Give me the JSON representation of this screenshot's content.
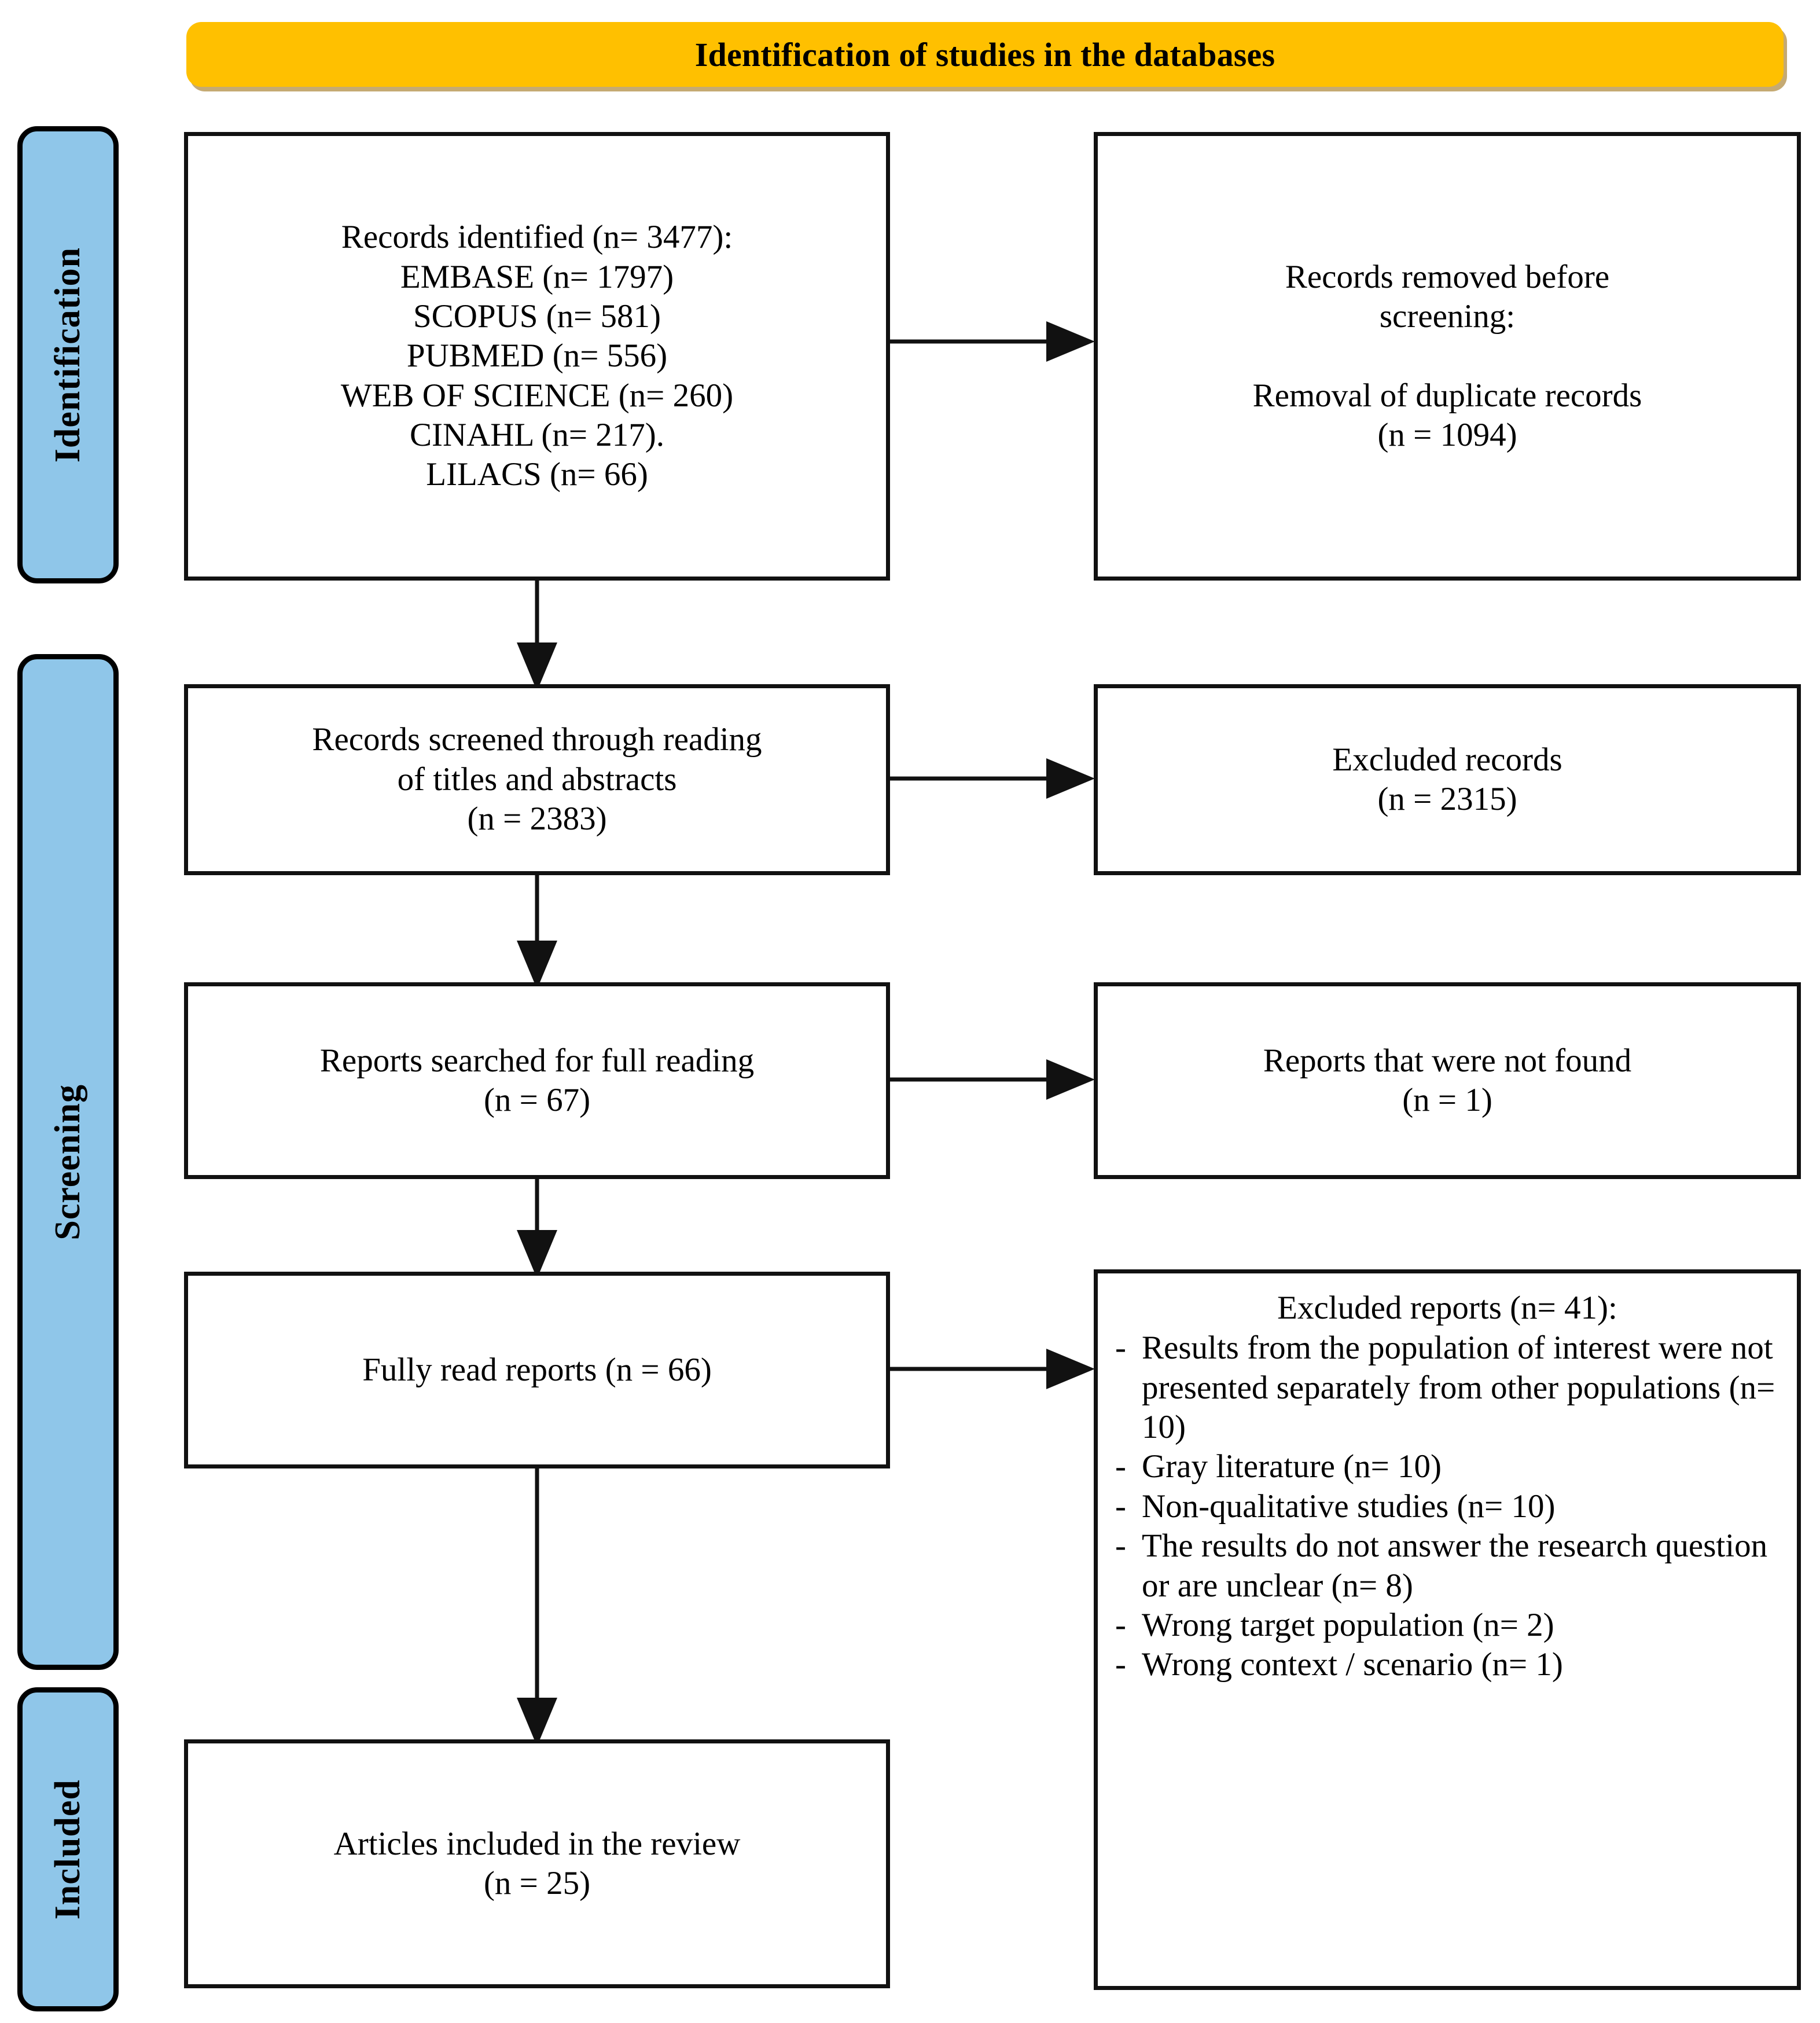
{
  "banner": {
    "title": "Identification of studies in the databases",
    "fill": "#FFC000"
  },
  "stages": [
    {
      "id": "identification",
      "label": "Identification",
      "fill": "#8FC6E9"
    },
    {
      "id": "screening",
      "label": "Screening",
      "fill": "#8FC6E9"
    },
    {
      "id": "included",
      "label": "Included",
      "fill": "#8FC6E9"
    }
  ],
  "boxes": {
    "identified": {
      "lines": [
        "Records identified (n= 3477):",
        "EMBASE (n= 1797)",
        "SCOPUS (n= 581)",
        "PUBMED (n= 556)",
        "WEB OF SCIENCE (n= 260)",
        "CINAHL (n= 217).",
        "LILACS (n= 66)"
      ]
    },
    "removed": {
      "lines": [
        "Records removed before",
        "screening:",
        "",
        "Removal of duplicate records",
        "(n = 1094)"
      ]
    },
    "screened": {
      "lines": [
        "Records screened through reading",
        "of titles and abstracts",
        "(n = 2383)"
      ]
    },
    "excluded_records": {
      "lines": [
        "Excluded records",
        "(n = 2315)"
      ]
    },
    "fulltext_sought": {
      "lines": [
        "Reports searched for full reading",
        "(n = 67)"
      ]
    },
    "not_found": {
      "lines": [
        "Reports that were not found",
        "(n = 1)"
      ]
    },
    "fully_read": {
      "lines": [
        "Fully read reports (n = 66)"
      ]
    },
    "excluded_reports": {
      "title": "Excluded reports (n= 41):",
      "items": [
        "Results from the population of interest were not presented separately from other populations (n= 10)",
        "Gray literature (n= 10)",
        "Non-qualitative studies (n= 10)",
        "The results do not answer the research question or are unclear (n= 8)",
        "Wrong target population (n= 2)",
        "Wrong context / scenario (n= 1)"
      ]
    },
    "included": {
      "lines": [
        "Articles included in the review",
        "(n = 25)"
      ]
    }
  },
  "chart_data": {
    "type": "table",
    "title": "PRISMA 2020 flow diagram",
    "stages": [
      "Identification",
      "Screening",
      "Included"
    ],
    "counts": {
      "records_identified_total": 3477,
      "records_by_database": {
        "EMBASE": 1797,
        "SCOPUS": 581,
        "PUBMED": 556,
        "WEB OF SCIENCE": 260,
        "CINAHL": 217,
        "LILACS": 66
      },
      "duplicates_removed": 1094,
      "records_screened": 2383,
      "records_excluded": 2315,
      "reports_sought": 67,
      "reports_not_found": 1,
      "reports_assessed": 66,
      "reports_excluded_total": 41,
      "reports_excluded_reasons": {
        "results_not_presented_separately": 10,
        "gray_literature": 10,
        "non_qualitative_studies": 10,
        "results_do_not_answer_question": 8,
        "wrong_target_population": 2,
        "wrong_context_scenario": 1
      },
      "articles_included": 25
    }
  }
}
